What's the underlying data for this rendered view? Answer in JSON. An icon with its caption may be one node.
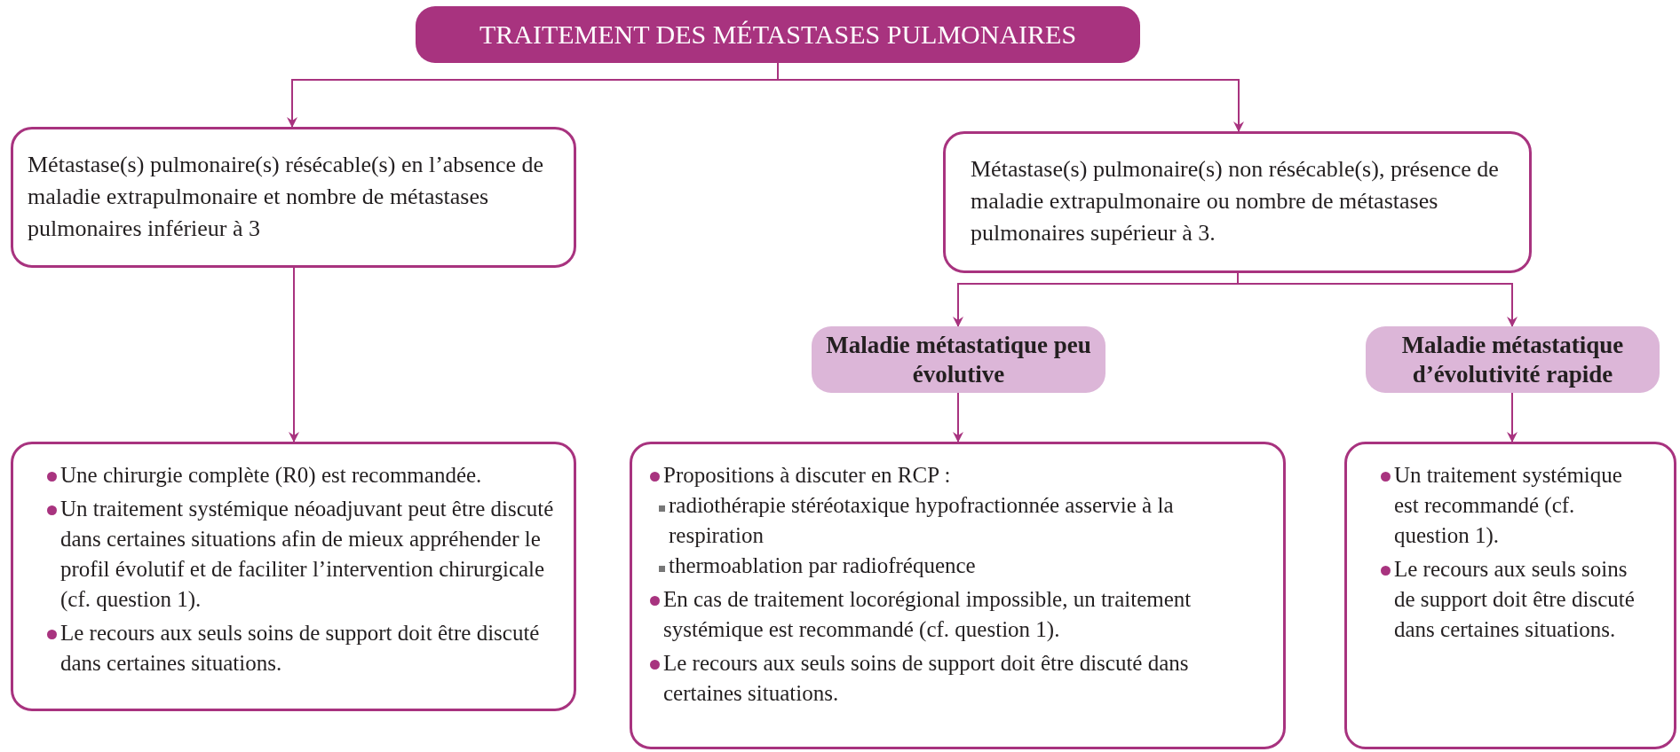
{
  "diagram": {
    "nodes": [
      {
        "text": [
          "TRAITEMENT DES MÉTASTASES PULMONAIRES"
        ]
      },
      {
        "text": [
          "Métastase(s) pulmonaire(s) résécable(s) en l’absence de maladie extrapulmonaire et nombre de métastases pulmonaires inférieur à 3"
        ]
      },
      {
        "text": [
          "Métastase(s) pulmonaire(s) non résécable(s), présence de maladie extrapulmonaire ou nombre de métastases pulmonaires supérieur à 3."
        ]
      },
      {
        "text": [
          "Maladie métastatique peu évolutive"
        ]
      },
      {
        "text": [
          "Maladie métastatique d’évolutivité rapide"
        ]
      },
      {
        "text": [
          "Une chirurgie complète (R0) est recommandée.",
          "Un traitement systémique néoadjuvant peut être discuté dans certaines situations afin de mieux appréhender le profil évolutif et de faciliter l’intervention chirurgicale (cf. question 1).",
          "Le recours aux seuls soins de support doit être discuté dans certaines situations."
        ]
      },
      {
        "text": [
          "Propositions à discuter en RCP :",
          "radiothérapie stéréotaxique hypofractionnée asservie à la respiration",
          "thermoablation par radiofréquence",
          "En cas de traitement locorégional impossible, un traitement systémique est recommandé (cf. question 1).",
          "Le recours aux seuls soins de support doit être discuté dans certaines situations."
        ]
      },
      {
        "text": [
          "Un traitement systémique est recommandé (cf. question 1).",
          "Le recours aux seuls soins de support doit être discuté dans certaines situations."
        ]
      }
    ],
    "edges": [
      {
        "from": 0,
        "to": 1,
        "arrow": "to"
      },
      {
        "from": 0,
        "to": 2,
        "arrow": "to"
      },
      {
        "from": 1,
        "to": 5,
        "arrow": "to"
      },
      {
        "from": 2,
        "to": 3,
        "arrow": "to"
      },
      {
        "from": 2,
        "to": 4,
        "arrow": "to"
      },
      {
        "from": 3,
        "to": 6,
        "arrow": "to"
      },
      {
        "from": 4,
        "to": 7,
        "arrow": "to"
      }
    ]
  }
}
